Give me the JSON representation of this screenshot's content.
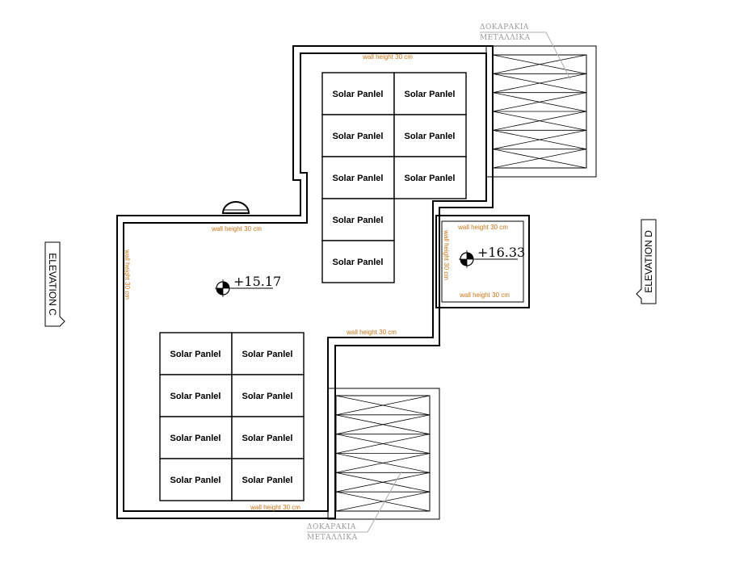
{
  "panel_label": "Solar Panlel",
  "wall_height_label": "wall height 30 cm",
  "levels": {
    "main": "+15.17",
    "upper": "+16.33"
  },
  "elevations": {
    "left": "ELEVATION C",
    "right": "ELEVATION D"
  },
  "metal_beams_note": {
    "line1": "ΔΟΚΑΡΑΚΙΑ",
    "line2": "ΜΕΤΑΛΛΙΚΑ"
  },
  "colors": {
    "wall_label": "#c8741a",
    "note": "#9a9a9a",
    "lines": "#000000"
  }
}
